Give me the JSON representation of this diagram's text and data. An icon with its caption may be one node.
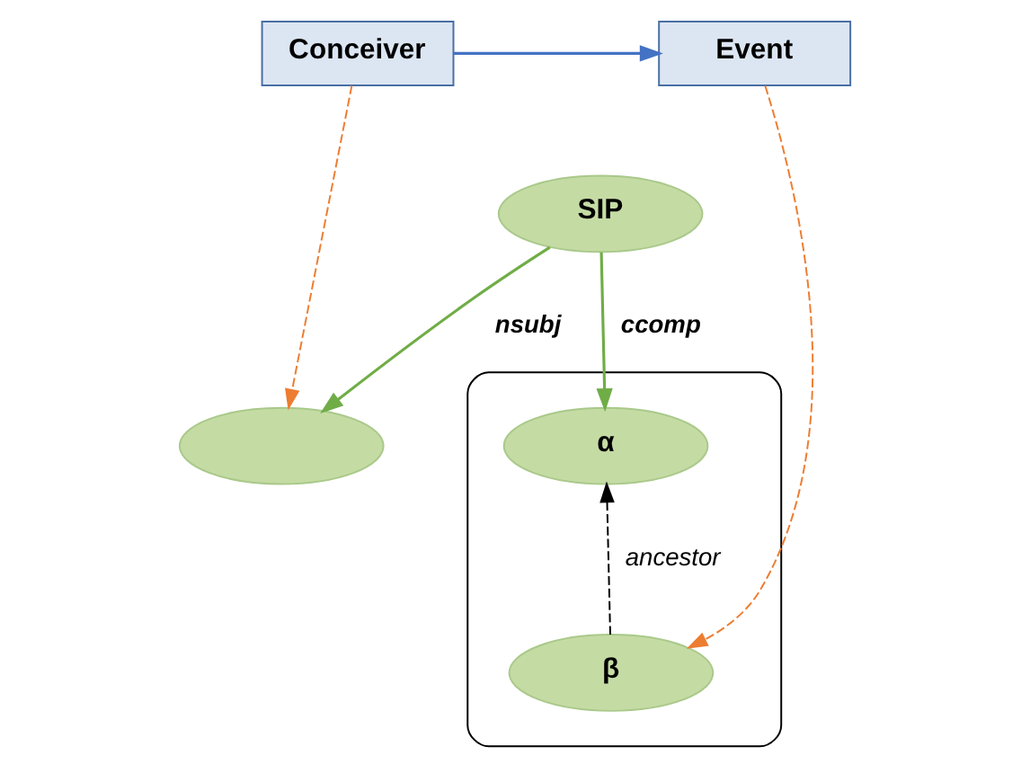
{
  "diagram": {
    "nodes": [
      {
        "text": [
          "Conceiver"
        ]
      },
      {
        "text": [
          "Event"
        ]
      },
      {
        "text": [
          "SIP"
        ]
      },
      {
        "text": [],
        "shape": "circle"
      },
      {
        "text": [],
        "shape": "box"
      },
      {
        "text": [
          "α"
        ],
        "in": 4
      },
      {
        "text": [
          "β"
        ],
        "in": 4
      }
    ],
    "edges": [
      {
        "from": 0,
        "to": 1,
        "arrow": "to",
        "color": "#4472c4"
      },
      {
        "from": 0,
        "to": 3,
        "arrow": "to",
        "style": "dashed",
        "color": "#ed7d31"
      },
      {
        "from": 1,
        "to": 6,
        "arrow": "to",
        "style": "dashed",
        "color": "#ed7d31"
      },
      {
        "from": 2,
        "to": 3,
        "arrow": "to",
        "label": "nsubj",
        "color": "#70ad47"
      },
      {
        "from": 2,
        "to": 5,
        "arrow": "to",
        "label": "ccomp",
        "color": "#70ad47"
      },
      {
        "from": 6,
        "to": 5,
        "arrow": "to",
        "label": "ancestor",
        "style": "dashed",
        "color": "#000000"
      }
    ]
  }
}
